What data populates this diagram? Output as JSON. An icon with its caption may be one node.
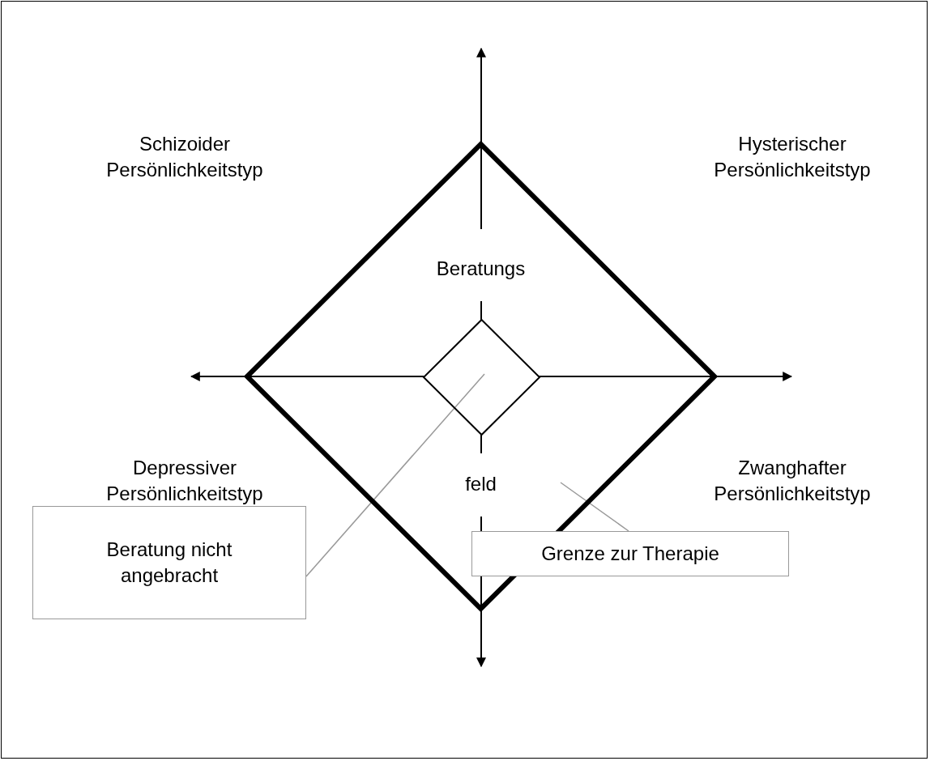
{
  "diagram": {
    "nodes": [
      {
        "text": [
          "Beratungs",
          "feld"
        ]
      },
      {
        "text": [],
        "shape": "diamond",
        "in": 0
      },
      {
        "text": [
          "Beratung nicht angebracht"
        ]
      },
      {
        "text": [
          "Grenze zur Therapie"
        ]
      }
    ],
    "edges": [
      {
        "from": 2,
        "to": 1,
        "arrow": "none"
      },
      {
        "from": 3,
        "to": 0,
        "arrow": "none"
      }
    ],
    "labels": [
      "Schizoider Persönlichkeitstyp",
      "Hysterischer Persönlichkeitstyp",
      "Depressiver Persönlichkeitstyp",
      "Zwanghafter Persönlichkeitstyp"
    ]
  }
}
